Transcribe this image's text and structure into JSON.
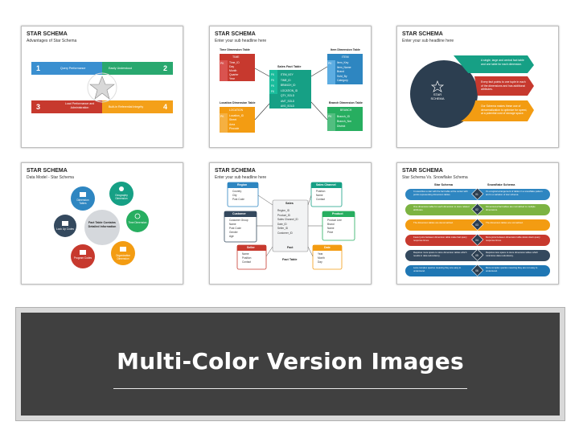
{
  "slides": [
    {
      "title": "STAR SCHEMA",
      "subtitle": "Advantages of Star Schema",
      "numbers": [
        "1",
        "2",
        "3",
        "4"
      ],
      "labels": [
        "Query Performance",
        "Easily Understood",
        "Load Performance and Administration",
        "Built-in Referential Integrity"
      ]
    },
    {
      "title": "STAR SCHEMA",
      "subtitle": "Enter your sub headline here",
      "time_table": {
        "heading": "Time Dimension Table",
        "name": "TIME",
        "pk": "PK",
        "rows": [
          "Time_ID",
          "Day",
          "Month",
          "Quarter",
          "Year"
        ]
      },
      "item_table": {
        "heading": "Item Dimension Table",
        "name": "ITEM",
        "pk": "PK",
        "rows": [
          "Item_Key",
          "Item_Name",
          "Brand",
          "Sold_By",
          "Category"
        ]
      },
      "fact_table": {
        "heading": "Sales Fact Table",
        "keys": [
          "FK",
          "FK",
          "FK",
          "FK"
        ],
        "rows": [
          "ITEM_KEY",
          "TIME_ID",
          "BRANCH_ID",
          "LOCATION_ID",
          "QTY_SOLD",
          "AMT_SOLD",
          "AVG_SOLD"
        ]
      },
      "location_table": {
        "heading": "Location Dimension Table",
        "name": "LOCATION",
        "pk": "PK",
        "rows": [
          "Location_ID",
          "Street",
          "Area",
          "Pincode"
        ]
      },
      "branch_table": {
        "heading": "Branch Dimension Table",
        "name": "BRANCH",
        "pk": "PK",
        "rows": [
          "Branch_ID",
          "Branch_Nm",
          "District"
        ]
      }
    },
    {
      "title": "STAR SCHEMA",
      "subtitle": "Enter your sub headline here",
      "center_label": "STAR SCHEMA",
      "bands": [
        "A single, large and central fact table and one table for each dimension.",
        "Every fact points to one tuple in each of the dimensions and has additional attributes.",
        "Our Schema makes these use of denormalization to optimize for speed, at a potential cost of storage space."
      ]
    },
    {
      "title": "STAR SCHEMA",
      "subtitle": "Data Model - Star Schema",
      "center": "Fact Table Contains Detailed Information",
      "nodes": [
        "Dimension Tables",
        "Geography Dimension",
        "Time Dimension",
        "Organization Dimension",
        "Program Codes",
        "Look Up Codes"
      ]
    },
    {
      "title": "STAR SCHEMA",
      "subtitle": "Enter your sub headline here",
      "region": {
        "title": "Region",
        "items": [
          "Country",
          "City",
          "Post Code"
        ]
      },
      "channel": {
        "title": "Sales Channel",
        "items": [
          "Position",
          "Name",
          "Contact"
        ]
      },
      "customer": {
        "title": "Customer",
        "items": [
          "Customer Group",
          "Name",
          "Post Code",
          "Gender",
          "Age"
        ]
      },
      "product": {
        "title": "Product",
        "items": [
          "Product Line",
          "Brand",
          "Name",
          "Price"
        ]
      },
      "seller": {
        "title": "Seller",
        "items": [
          "Name",
          "Position",
          "Contact"
        ]
      },
      "date": {
        "title": "Date",
        "items": [
          "Year",
          "Month",
          "Day"
        ]
      },
      "sales": {
        "title": "Sales",
        "items": [
          "Region_ID",
          "Product_ID",
          "Sales Channel_ID",
          "Date_ID",
          "Seller_ID",
          "Customer_ID"
        ],
        "footer": "Fact",
        "caption": "Fact Table"
      }
    },
    {
      "title": "STAR SCHEMA",
      "subtitle": "Star Schema Vs. Snowflake Schema",
      "col_left": "Star Schema",
      "col_right": "Snowflake Schema",
      "rows": [
        {
          "num": "01",
          "left": "It resembles a star with the fact table at the center with points representing dimension tables.",
          "right": "It's a logical arrangement of tables in a snowflake pattern and is a variation of star schema."
        },
        {
          "num": "02",
          "left": "One dimension table for each dimension to store related attributes.",
          "right": "Dimensional fact tables are normalized to multiple dimensions."
        },
        {
          "num": "03",
          "left": "The dimension tables are denormalized.",
          "right": "The dimension tables are normalized."
        },
        {
          "num": "04",
          "left": "Fewer joins between dimension table make fast query response times.",
          "right": "More joins between dimension table slows down query response times."
        },
        {
          "num": "05",
          "left": "Requires more space to store dimension tables which results in data redundancy.",
          "right": "Requires less space to store dimension tables which minimizes data redundancy."
        },
        {
          "num": "06",
          "left": "Less complex queries meaning they are easy to understand.",
          "right": "More complex queries meaning they are not easy to understand."
        }
      ]
    }
  ],
  "banner": {
    "text": "Multi-Color Version Images"
  },
  "colors": {
    "red": "#c0392b",
    "blue": "#2e86c1",
    "green": "#27ae60",
    "orange": "#f39c12",
    "teal": "#16a085",
    "navy": "#34495e",
    "gray": "#6d6d6d",
    "banner": "#404040"
  }
}
